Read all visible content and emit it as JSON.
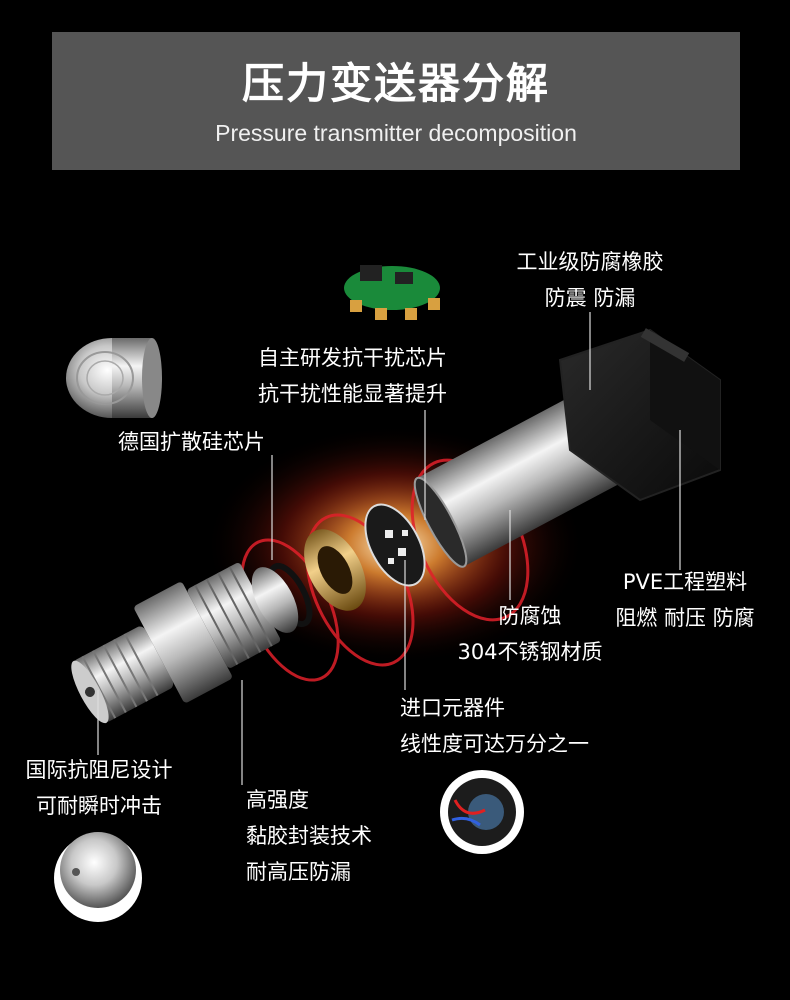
{
  "header": {
    "title": "压力变送器分解",
    "subtitle": "Pressure transmitter decomposition"
  },
  "labels": {
    "rubber": [
      "工业级防腐橡胶",
      "防震 防漏"
    ],
    "chip": [
      "自主研发抗干扰芯片",
      "抗干扰性能显著提升"
    ],
    "silicon": [
      "德国扩散硅芯片"
    ],
    "plastic": [
      "PVE工程塑料",
      "阻燃 耐压 防腐"
    ],
    "steel": [
      "防腐蚀",
      "304不锈钢材质"
    ],
    "component": [
      "进口元器件",
      "线性度可达万分之一"
    ],
    "damping": [
      "国际抗阻尼设计",
      "可耐瞬时冲击"
    ],
    "sealing": [
      "高强度",
      "黏胶封装技术",
      "耐高压防漏"
    ]
  },
  "colors": {
    "banner": "#555555",
    "background": "#000000",
    "glow": "#e0202a"
  }
}
